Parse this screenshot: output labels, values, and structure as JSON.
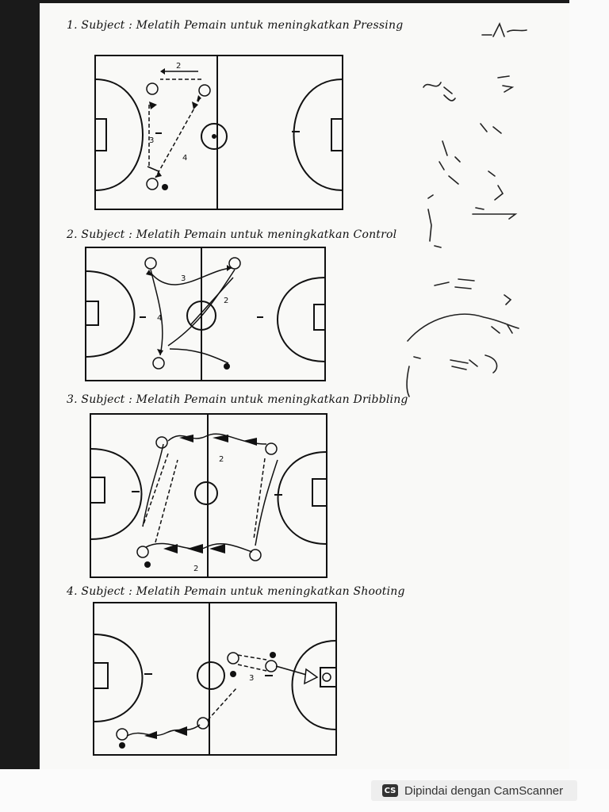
{
  "document": {
    "headings": [
      "1. Subject : Melatih Pemain untuk meningkatkan Pressing",
      "2. Subject : Melatih Pemain untuk meningkatkan Control",
      "3. Subject : Melatih Pemain untuk meningkatkan Dribbling",
      "4. Subject : Melatih Pemain untuk meningkatkan Shooting"
    ],
    "drill_numbers": [
      "2",
      "3",
      "4",
      "3",
      "2",
      "4",
      "2",
      "2",
      "3"
    ]
  },
  "scanner": {
    "icon": "CS",
    "label": "Dipindai dengan CamScanner"
  }
}
